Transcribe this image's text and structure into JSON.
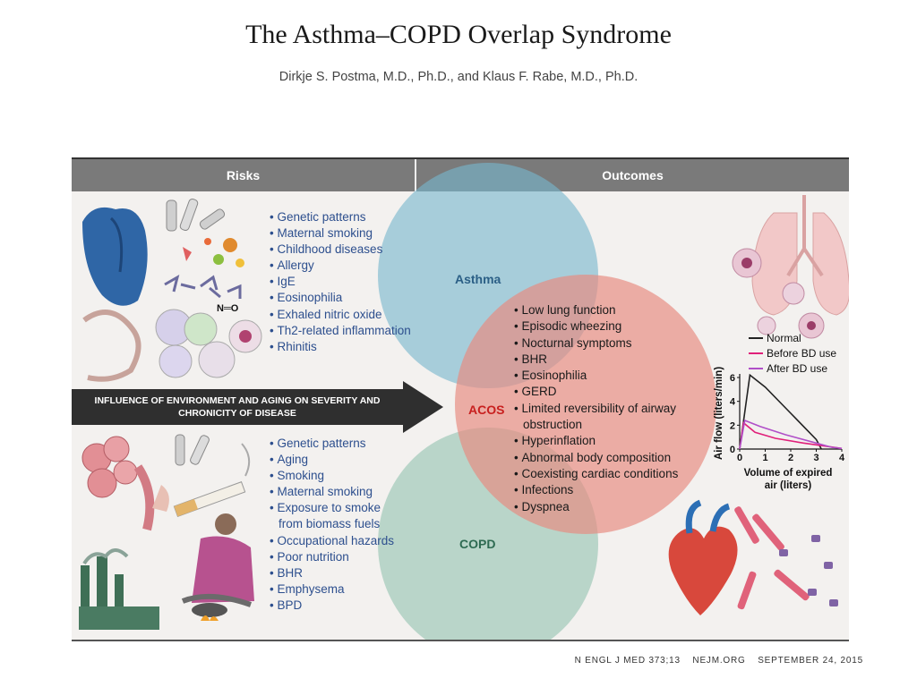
{
  "title": "The Asthma–COPD Overlap Syndrome",
  "authors": "Dirkje S. Postma, M.D., Ph.D., and Klaus F. Rabe, M.D., Ph.D.",
  "figure": {
    "header": {
      "risks": "Risks",
      "outcomes": "Outcomes"
    },
    "labels": {
      "asthma": "Asthma",
      "acos": "ACOS",
      "copd": "COPD",
      "no_molecule": "N═O"
    },
    "arrow_text": "INFLUENCE OF ENVIRONMENT AND AGING ON SEVERITY AND CHRONICITY OF DISEASE",
    "asthma_risks": [
      "Genetic patterns",
      "Maternal smoking",
      "Childhood diseases",
      "Allergy",
      "IgE",
      "Eosinophilia",
      "Exhaled nitric oxide",
      "Th2-related inflammation",
      "Rhinitis"
    ],
    "copd_risks": [
      "Genetic patterns",
      "Aging",
      "Smoking",
      "Maternal smoking",
      "Exposure to smoke",
      "from biomass fuels",
      "Occupational hazards",
      "Poor nutrition",
      "BHR",
      "Emphysema",
      "BPD"
    ],
    "outcomes": [
      "Low lung function",
      "Episodic wheezing",
      "Nocturnal symptoms",
      "BHR",
      "Eosinophilia",
      "GERD",
      "Limited reversibility of airway",
      "obstruction",
      "Hyperinflation",
      "Abnormal body composition",
      "Coexisting cardiac conditions",
      "Infections",
      "Dyspnea"
    ]
  },
  "chart_data": {
    "type": "line",
    "xlabel": "Volume of expired air (liters)",
    "ylabel": "Air flow (liters/min)",
    "xlim": [
      0,
      4
    ],
    "ylim": [
      0,
      6
    ],
    "xticks": [
      "0",
      "1",
      "2",
      "3",
      "4"
    ],
    "yticks": [
      "0",
      "2",
      "4",
      "6"
    ],
    "series": [
      {
        "name": "Normal",
        "color": "#222222",
        "x": [
          0,
          0.4,
          1,
          2,
          3,
          3.2
        ],
        "y": [
          0,
          6.2,
          5.2,
          3,
          0.8,
          0
        ]
      },
      {
        "name": "Before BD use",
        "color": "#e0207a",
        "x": [
          0,
          0.15,
          0.6,
          1.4,
          2.5,
          3.5,
          4
        ],
        "y": [
          0,
          2.2,
          1.4,
          0.9,
          0.5,
          0.2,
          0.05
        ]
      },
      {
        "name": "After BD use",
        "color": "#b04fc8",
        "x": [
          0,
          0.2,
          0.8,
          1.8,
          3,
          3.6,
          4
        ],
        "y": [
          0,
          2.4,
          1.9,
          1.2,
          0.5,
          0.15,
          0.05
        ]
      }
    ]
  },
  "footer": {
    "journal": "N ENGL J MED 373;13",
    "site": "NEJM.ORG",
    "date": "SEPTEMBER 24, 2015"
  },
  "colors": {
    "asthma": "#78b6cd",
    "copd": "#89beaa",
    "acos": "#e88a80",
    "risk_text": "#2d4f8e",
    "header_bg": "#7a7a7a"
  }
}
